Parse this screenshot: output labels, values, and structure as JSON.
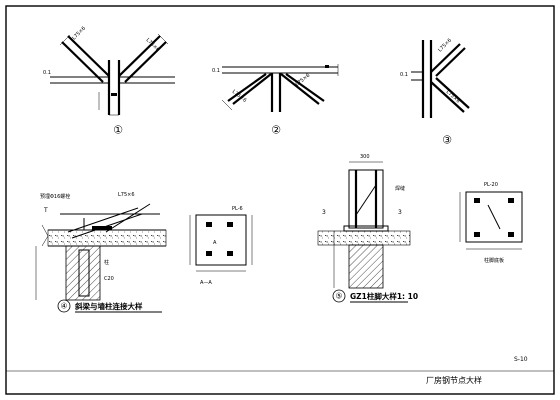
{
  "node_labels": [
    "①",
    "②",
    "③"
  ],
  "sections": {
    "four": {
      "number": "④",
      "title": "斜梁与墙柱连接大样"
    },
    "five": {
      "number": "⑤",
      "title": "GZ1柱脚大样1: 10"
    }
  },
  "sheet_code": "S-10",
  "drawing_title": "厂房钢节点大样"
}
